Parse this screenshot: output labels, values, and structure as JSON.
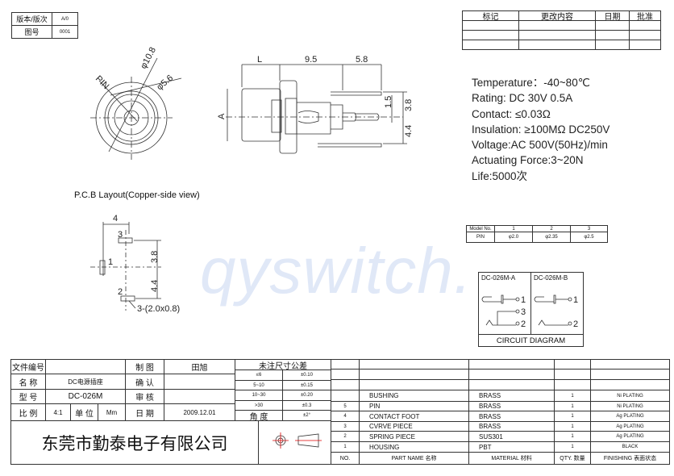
{
  "top_left": {
    "version_label": "版本/版次",
    "version_value": "A/0",
    "drawing_no_label": "图号",
    "drawing_no_value": "0001"
  },
  "revision_table": {
    "headers": [
      "标记",
      "更改内容",
      "日期",
      "批准"
    ]
  },
  "dimensions": {
    "phi_outer": "φ10.8",
    "phi_inner": "φ5.6",
    "pin": "PIN",
    "L": "L",
    "d95": "9.5",
    "d58": "5.8",
    "A": "A",
    "d15": "1.5",
    "d38": "3.8",
    "d44": "4.4"
  },
  "pcb": {
    "title": "P.C.B Layout(Copper-side view)",
    "d4": "4",
    "d38": "3.8",
    "d44": "4.4",
    "pin1": "1",
    "pin2": "2",
    "pin3": "3",
    "hole": "3-(2.0x0.8)"
  },
  "specs": [
    "Temperature：-40~80℃",
    "Rating:  DC 30V 0.5A",
    "Contact:  ≤0.03Ω",
    "Insulation:  ≥100MΩ  DC250V",
    "Voltage:AC 500V(50Hz)/min",
    "Actuating Force:3~20N",
    "Life:5000次"
  ],
  "model_table": {
    "model_label": "Model No.",
    "pin_label": "PIN",
    "models": [
      "1",
      "2",
      "3"
    ],
    "pins": [
      "φ2.0",
      "φ2.35",
      "φ2.5"
    ]
  },
  "circuit": {
    "a": "DC-026M-A",
    "b": "DC-026M-B",
    "caption": "CIRCUIT DIAGRAM",
    "t1": "1",
    "t2": "2",
    "t3": "3"
  },
  "watermark": "qyswitch.",
  "title_block": {
    "file_no_label": "文件编号",
    "name_label": "名 称",
    "name_value": "DC电源插座",
    "model_label": "型 号",
    "model_value": "DC-026M",
    "scale_label": "比 例",
    "scale_value": "4:1",
    "unit_label": "单 位",
    "unit_value": "Mm",
    "drawn_label": "制 图",
    "drawn_value": "田旭",
    "confirm_label": "确 认",
    "review_label": "审 核",
    "date_label": "日 期",
    "date_value": "2009.12.01",
    "tolerance_title": "未注尺寸公差",
    "tolerances": [
      [
        "≤6",
        "±0.10"
      ],
      [
        "5~10",
        "±0.15"
      ],
      [
        "10~30",
        "±0.20"
      ],
      [
        ">30",
        "±0.3"
      ],
      [
        "角 度",
        "±2°"
      ]
    ],
    "company": "东莞市勤泰电子有限公司"
  },
  "bom": {
    "rows": [
      [
        "",
        "BUSHING",
        "BRASS",
        "1",
        "Ni PLATING"
      ],
      [
        "5",
        "PIN",
        "BRASS",
        "1",
        "Ni PLATING"
      ],
      [
        "4",
        "CONTACT  FOOT",
        "BRASS",
        "1",
        "Ag PLATING"
      ],
      [
        "3",
        "CVRVE  PIECE",
        "BRASS",
        "1",
        "Ag PLATING"
      ],
      [
        "2",
        "SPRING  PIECE",
        "SUS301",
        "1",
        "Ag PLATING"
      ],
      [
        "1",
        "HOUSING",
        "PBT",
        "1",
        "BLACK"
      ]
    ],
    "header": [
      "NO.",
      "PART  NAME 名称",
      "MATERIAL 材料",
      "QTY. 数量",
      "FINISHING 表面状态"
    ]
  }
}
